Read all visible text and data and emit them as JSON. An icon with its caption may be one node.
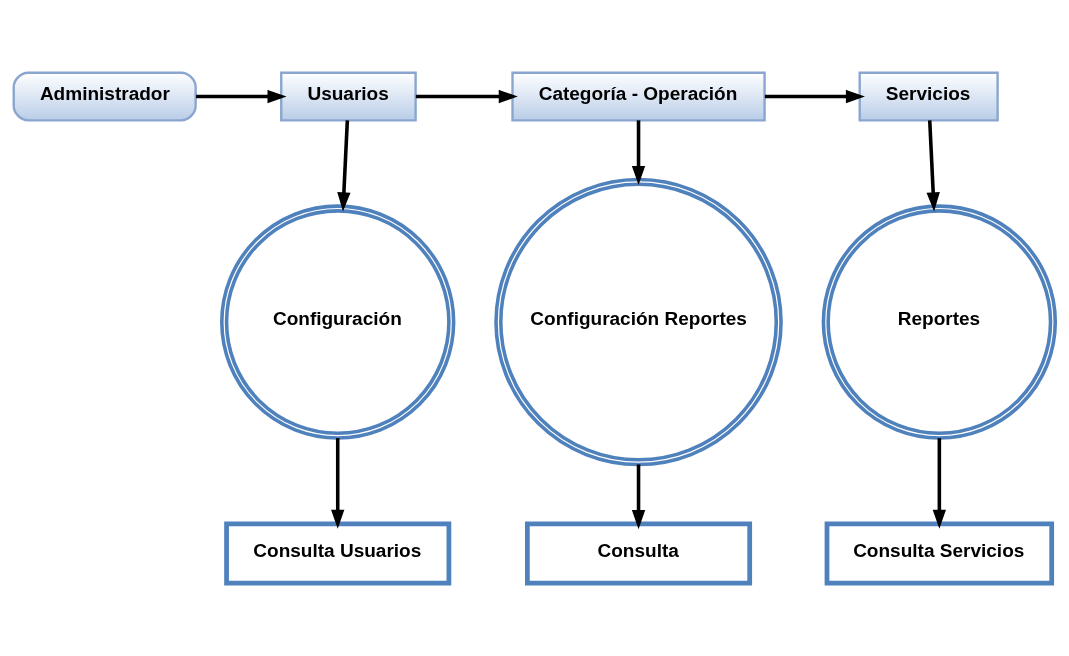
{
  "diagram": {
    "nodes": [
      {
        "text": [
          "Administrador"
        ]
      },
      {
        "text": [
          "Usuarios"
        ]
      },
      {
        "text": [
          "Categoría - Operación"
        ]
      },
      {
        "text": [
          "Servicios"
        ]
      },
      {
        "text": [
          "Configuración"
        ]
      },
      {
        "text": [
          "Configuración Reportes"
        ]
      },
      {
        "text": [
          "Reportes"
        ]
      },
      {
        "text": [
          "Consulta Usuarios"
        ]
      },
      {
        "text": [
          "Consulta"
        ]
      },
      {
        "text": [
          "Consulta Servicios"
        ]
      }
    ],
    "edges": [
      {
        "from": 0,
        "to": 1,
        "arrow": "to"
      },
      {
        "from": 1,
        "to": 2,
        "arrow": "to"
      },
      {
        "from": 2,
        "to": 3,
        "arrow": "to"
      },
      {
        "from": 1,
        "to": 4,
        "arrow": "to"
      },
      {
        "from": 2,
        "to": 5,
        "arrow": "to"
      },
      {
        "from": 3,
        "to": 6,
        "arrow": "to"
      },
      {
        "from": 4,
        "to": 7,
        "arrow": "to"
      },
      {
        "from": 5,
        "to": 8,
        "arrow": "to"
      },
      {
        "from": 6,
        "to": 9,
        "arrow": "to"
      }
    ]
  }
}
